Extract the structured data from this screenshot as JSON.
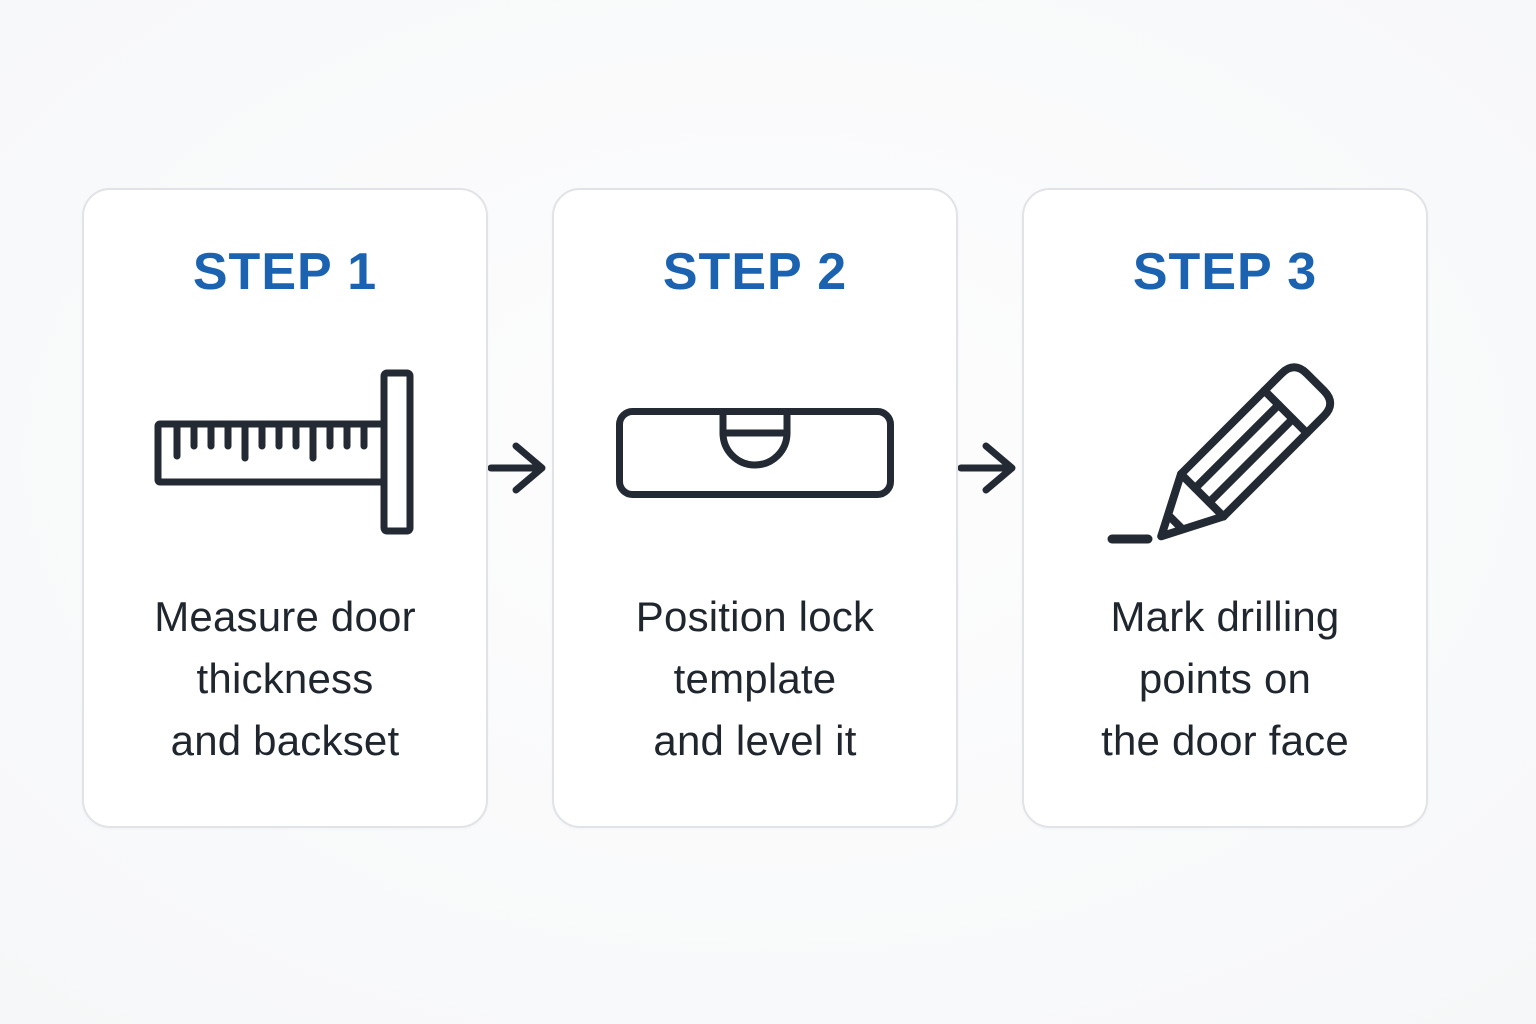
{
  "colors": {
    "accent_blue": "#1b63b0",
    "ink_text": "#20262e",
    "icon_stroke": "#232a33",
    "card_background": "#ffffff",
    "card_border": "#e1e3e7",
    "page_background": "#f2f3f5"
  },
  "steps": [
    {
      "label": "STEP 1",
      "icon": "ruler-icon",
      "description_lines": [
        "Measure door",
        "thickness",
        "and backset"
      ]
    },
    {
      "label": "STEP 2",
      "icon": "level-icon",
      "description_lines": [
        "Position lock",
        "template",
        "and level it"
      ]
    },
    {
      "label": "STEP 3",
      "icon": "pencil-icon",
      "description_lines": [
        "Mark drilling",
        "points on",
        "the door face"
      ]
    }
  ],
  "separators": {
    "arrow_icon": "arrow-right-icon",
    "count": 2
  }
}
